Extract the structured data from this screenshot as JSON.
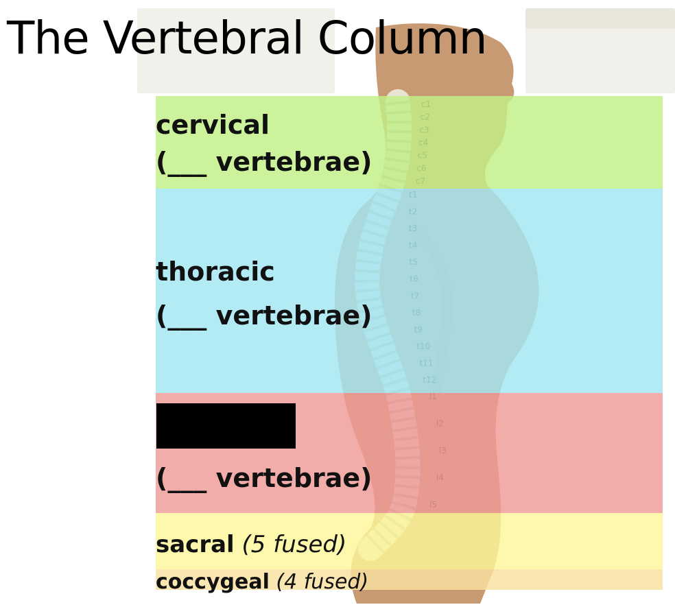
{
  "title": "The Vertebral Column",
  "colors": {
    "cervical": "#c2ef86",
    "thoracic": "#a2e7f3",
    "lumbar": "#ef9a97",
    "sacral": "#fdf79a",
    "coccygeal": "#f9e1a0",
    "background_panel": "#f2f0ea"
  },
  "regions": {
    "cervical": {
      "name": "cervical",
      "count": "(___ vertebrae)"
    },
    "thoracic": {
      "name": "thoracic",
      "count": "(___ vertebrae)"
    },
    "lumbar": {
      "name": "",
      "count": "(___ vertebrae)"
    },
    "sacral": {
      "name": "sacral",
      "note": "(5 fused)"
    },
    "coccygeal": {
      "name": "coccygeal",
      "note": "(4 fused)"
    }
  },
  "vertebra_labels": {
    "cervical": [
      "c1",
      "c2",
      "c3",
      "c4",
      "c5",
      "c6",
      "c7"
    ],
    "thoracic": [
      "t1",
      "t2",
      "t3",
      "t4",
      "t5",
      "t6",
      "t7",
      "t8",
      "t9",
      "t10",
      "t11",
      "t12"
    ],
    "lumbar": [
      "l1",
      "l2",
      "l3",
      "l4",
      "l5"
    ]
  }
}
